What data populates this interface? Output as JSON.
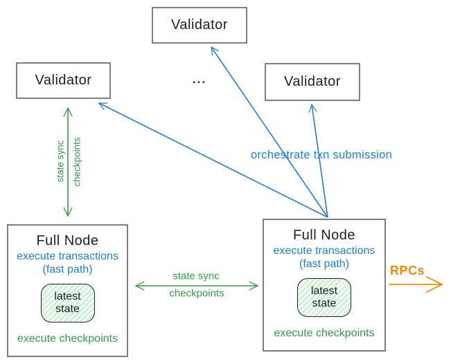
{
  "diagram": {
    "validators": {
      "top": "Validator",
      "left": "Validator",
      "right": "Validator",
      "ellipsis": "..."
    },
    "full_nodes": {
      "left": {
        "title": "Full Node",
        "fast_line1": "execute transactions",
        "fast_line2": "(fast path)",
        "state_label": "latest state",
        "bottom_label": "execute checkpoints"
      },
      "right": {
        "title": "Full Node",
        "fast_line1": "execute transactions",
        "fast_line2": "(fast path)",
        "state_label": "latest state",
        "bottom_label": "execute checkpoints"
      }
    },
    "edges": {
      "left_vertical": {
        "line1": "state sync",
        "line2": "checkpoints"
      },
      "middle_horizontal": {
        "line1": "state sync",
        "line2": "checkpoints"
      },
      "orchestrate_label": "orchestrate txn submission",
      "rpcs_label": "RPCs"
    },
    "colors": {
      "green": "#2f9e44",
      "blue": "#1c7ed6",
      "orange": "#f08c00",
      "ink": "#1e1e1e",
      "box_border": "#7d7d7d"
    }
  }
}
